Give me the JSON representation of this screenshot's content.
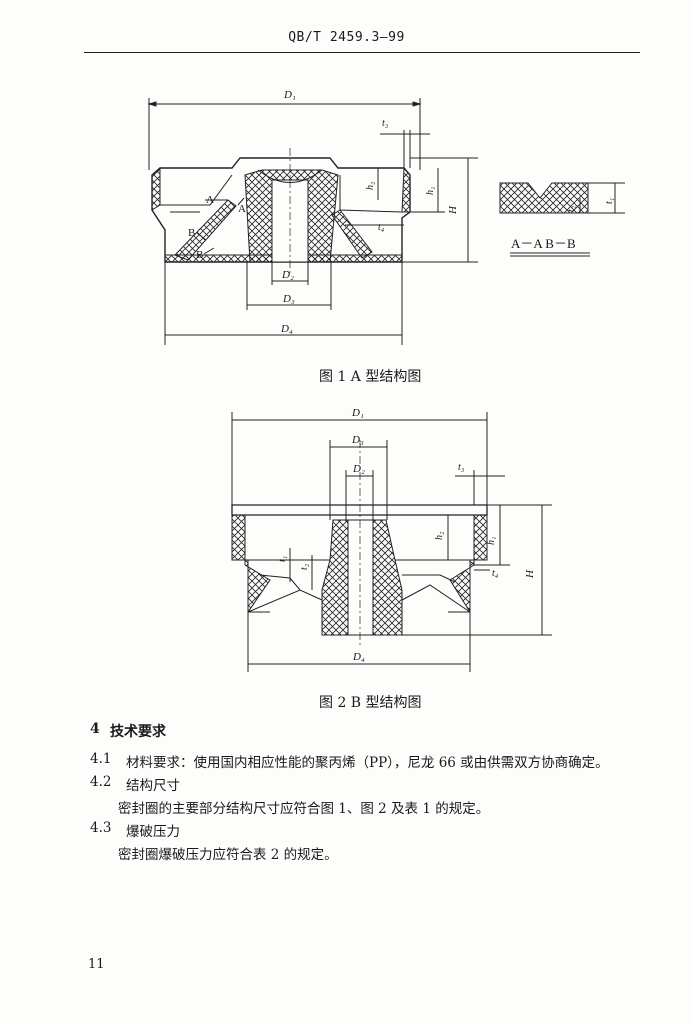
{
  "header": {
    "standard_code": "QB/T 2459.3—99"
  },
  "figure1": {
    "caption": "图 1   A 型结构图",
    "dims": {
      "D1": "D₁",
      "D2": "D₂",
      "D3": "D₃",
      "D4": "D₄",
      "H": "H",
      "h1": "h₁",
      "h2": "h₂",
      "t1": "t₁",
      "t2": "t₂",
      "t3": "t₃",
      "t4": "t₄"
    },
    "marks": {
      "A1": "A",
      "A2": "A",
      "B1": "B",
      "B2": "B"
    },
    "section_label": "A－A  B－B"
  },
  "figure2": {
    "caption": "图 2   B 型结构图",
    "dims": {
      "D1": "D₁",
      "D2": "D₂",
      "D3": "D₃",
      "D4": "D₄",
      "H": "H",
      "h1": "h₁",
      "h2": "h₂",
      "t1": "t₁",
      "t2": "t₂",
      "t3": "t₃",
      "t4": "t₄"
    }
  },
  "section4": {
    "title_num": "4",
    "title": "技术要求",
    "items": [
      {
        "num": "4.1",
        "title": "材料要求：使用国内相应性能的聚丙烯（PP），尼龙 66 或由供需双方协商确定。",
        "body": ""
      },
      {
        "num": "4.2",
        "title": "结构尺寸",
        "body": "密封圈的主要部分结构尺寸应符合图 1、图 2 及表 1 的规定。"
      },
      {
        "num": "4.3",
        "title": "爆破压力",
        "body": "密封圈爆破压力应符合表 2 的规定。"
      }
    ]
  },
  "page_number": "11"
}
